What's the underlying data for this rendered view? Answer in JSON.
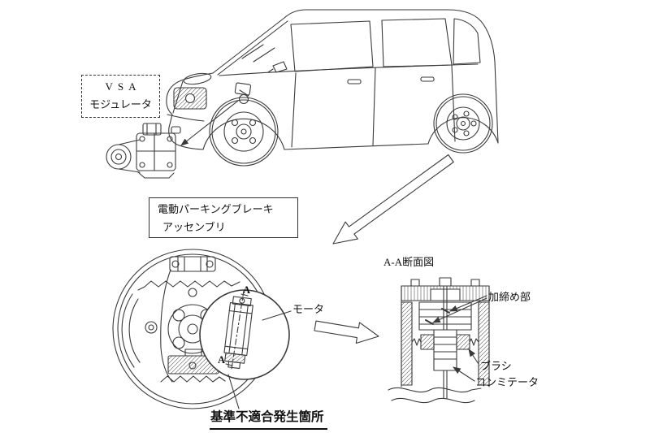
{
  "colors": {
    "background": "#ffffff",
    "line_art": "#3a3a3a",
    "text": "#111111"
  },
  "callouts": {
    "vsa": {
      "line1": "VSA",
      "line2": "モジュレータ"
    },
    "epb": {
      "line1": "電動パーキングブレーキ",
      "line2": "アッセンブリ"
    }
  },
  "labels": {
    "section_view_title": "A-A断面図",
    "motor": "モータ",
    "crimp": "加締め部",
    "brush": "ブラシ",
    "commutator": "コンミテータ",
    "defect_location": "基準不適合発生箇所",
    "section_marker": "A"
  }
}
